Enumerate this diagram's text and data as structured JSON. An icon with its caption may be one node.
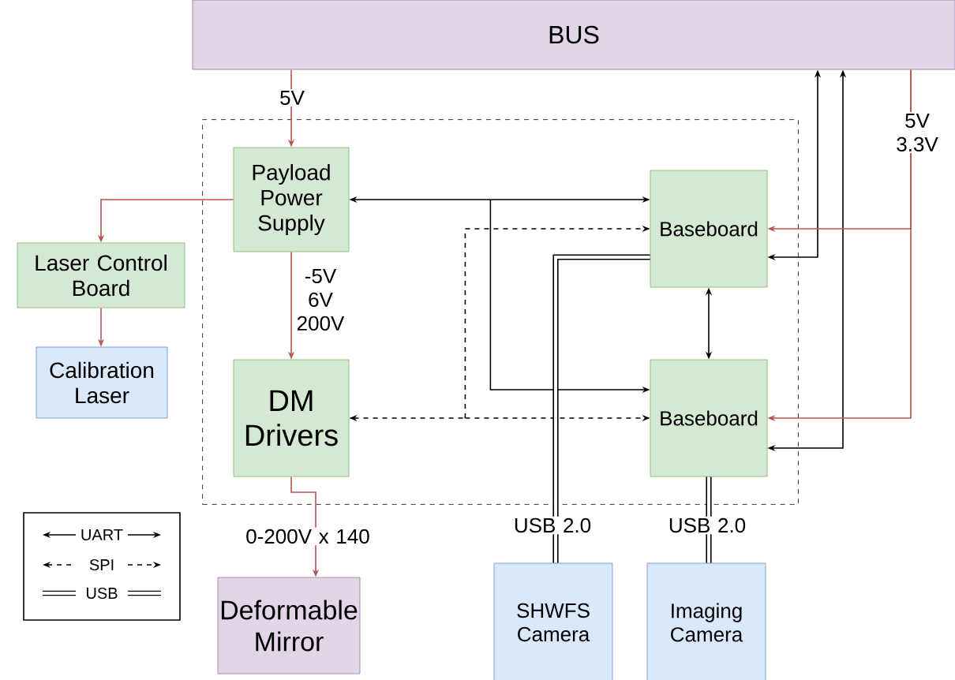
{
  "diagram": {
    "nodes": [
      {
        "text": [
          "BUS"
        ]
      },
      {
        "text": [],
        "shape": "box"
      },
      {
        "text": [
          "Payload Power Supply"
        ],
        "in": 1
      },
      {
        "text": [
          "Laser Control Board"
        ]
      },
      {
        "text": [
          "Calibration Laser"
        ]
      },
      {
        "text": [
          "DM Drivers"
        ],
        "in": 1
      },
      {
        "text": [
          "Baseboard"
        ],
        "in": 1
      },
      {
        "text": [
          "Baseboard"
        ],
        "in": 1
      },
      {
        "text": [
          "Deformable Mirror"
        ]
      },
      {
        "text": [
          "SHWFS Camera"
        ]
      },
      {
        "text": [
          "Imaging Camera"
        ]
      }
    ],
    "edges": [
      {
        "from": 0,
        "to": 2,
        "arrow": "to",
        "label": "5V",
        "color": "#b85450"
      },
      {
        "from": 2,
        "to": 3,
        "arrow": "to",
        "color": "#b85450"
      },
      {
        "from": 3,
        "to": 4,
        "arrow": "to",
        "color": "#b85450"
      },
      {
        "from": 2,
        "to": 5,
        "arrow": "to",
        "label": "-5V 6V 200V",
        "color": "#b85450"
      },
      {
        "from": 5,
        "to": 8,
        "arrow": "to",
        "label": "0-200V x 140",
        "color": "#b85450"
      },
      {
        "from": 2,
        "to": 6,
        "arrow": "both"
      },
      {
        "from": 2,
        "to": 7,
        "arrow": "both"
      },
      {
        "from": 5,
        "to": 6,
        "arrow": "both",
        "style": "dashed"
      },
      {
        "from": 5,
        "to": 7,
        "arrow": "both",
        "style": "dashed"
      },
      {
        "from": 6,
        "to": 7,
        "arrow": "both"
      },
      {
        "from": 6,
        "to": 0,
        "arrow": "both"
      },
      {
        "from": 7,
        "to": 0,
        "arrow": "both"
      },
      {
        "from": 0,
        "to": 6,
        "arrow": "to",
        "label": "5V 3.3V",
        "color": "#b85450"
      },
      {
        "from": 0,
        "to": 7,
        "arrow": "to",
        "color": "#b85450"
      },
      {
        "from": 6,
        "to": 9,
        "arrow": "none",
        "label": "USB 2.0",
        "style": "thick"
      },
      {
        "from": 7,
        "to": 10,
        "arrow": "none",
        "label": "USB 2.0",
        "style": "thick"
      }
    ],
    "legend": [
      {
        "text": "UART"
      },
      {
        "text": "SPI"
      },
      {
        "text": "USB"
      }
    ]
  }
}
